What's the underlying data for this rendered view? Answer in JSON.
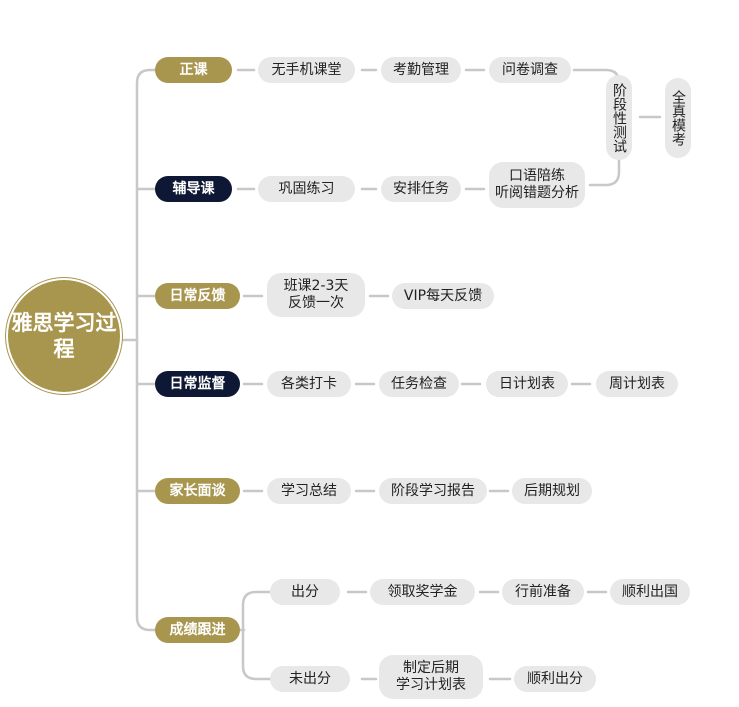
{
  "title": "雅思学习过程",
  "colors": {
    "gold": "#a8964f",
    "navy": "#0e1834",
    "leaf_bg": "#e8e8e8",
    "line": "#c8c8c8"
  },
  "branches": [
    {
      "label": "正课",
      "style": "gold",
      "items": [
        "无手机课堂",
        "考勤管理",
        "问卷调查"
      ]
    },
    {
      "label": "辅导课",
      "style": "navy",
      "items": [
        "巩固练习",
        "安排任务",
        "口语陪练\n听阅错题分析"
      ]
    },
    {
      "label": "日常反馈",
      "style": "gold",
      "items": [
        "班课2-3天\n反馈一次",
        "VIP每天反馈"
      ]
    },
    {
      "label": "日常监督",
      "style": "navy",
      "items": [
        "各类打卡",
        "任务检查",
        "日计划表",
        "周计划表"
      ]
    },
    {
      "label": "家长面谈",
      "style": "gold",
      "items": [
        "学习总结",
        "阶段学习报告",
        "后期规划"
      ]
    },
    {
      "label": "成绩跟进",
      "style": "gold",
      "sub": [
        {
          "label": "出分",
          "items": [
            "领取奖学金",
            "行前准备",
            "顺利出国"
          ]
        },
        {
          "label": "未出分",
          "items": [
            "制定后期\n学习计划表",
            "顺利出分"
          ]
        }
      ]
    }
  ],
  "merge": {
    "label": "阶段性测试",
    "next": "全真模考"
  }
}
